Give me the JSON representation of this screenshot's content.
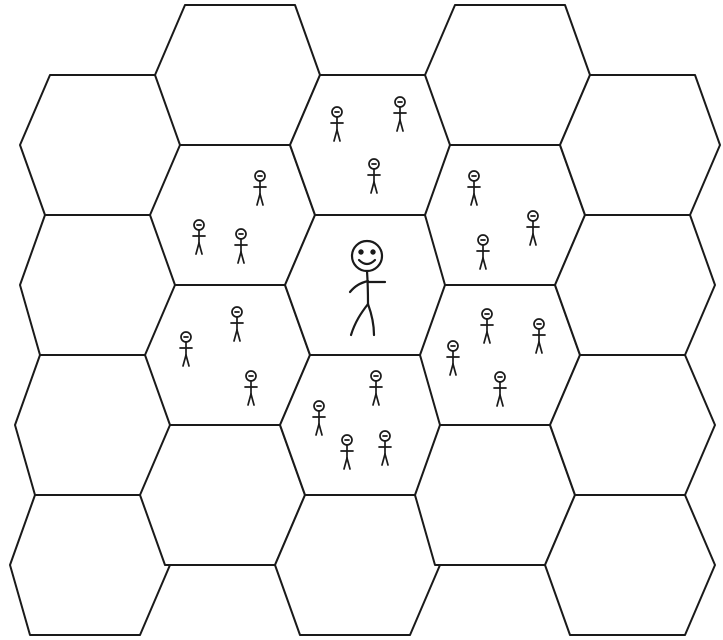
{
  "diagram": {
    "type": "hexagonal-cell-grid",
    "line_color": "#1a1a1a",
    "background": "#ffffff",
    "center_figure": "smiling-stick-figure",
    "small_figure": "stick-figure"
  }
}
